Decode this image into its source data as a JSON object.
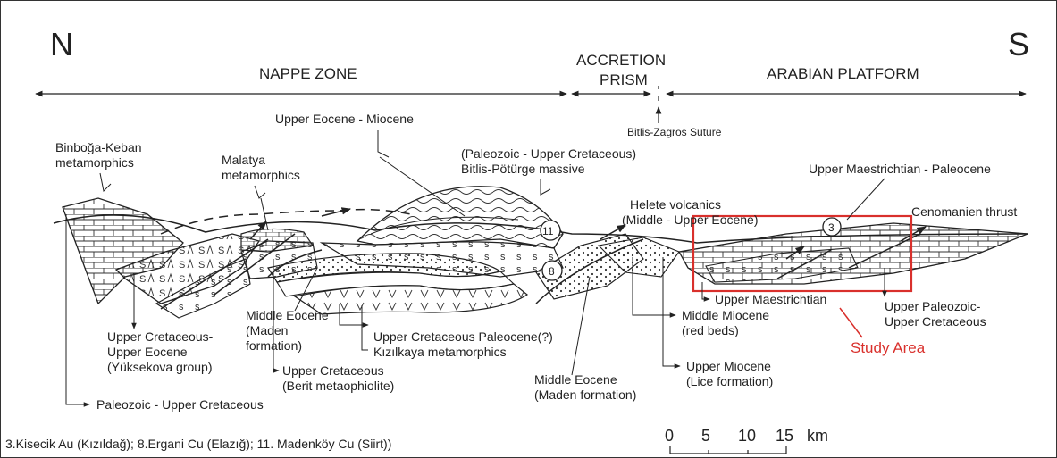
{
  "directions": {
    "north": "N",
    "south": "S"
  },
  "zones": {
    "nappe": "NAPPE ZONE",
    "accretion_line1": "ACCRETION",
    "accretion_line2": "PRISM",
    "arabian": "ARABIAN PLATFORM"
  },
  "labels": {
    "suture": "Bitlis-Zagros Suture",
    "upper_eocene_miocene": "Upper Eocene - Miocene",
    "binboga_1": "Binboğa-Keban",
    "binboga_2": "metamorphics",
    "malatya_1": "Malatya",
    "malatya_2": "metamorphics",
    "bitlis_1": "(Paleozoic - Upper Cretaceous)",
    "bitlis_2": "Bitlis-Pötürge massive",
    "helete_1": "Helete volcanics",
    "helete_2": "(Middle - Upper Eocene)",
    "upper_maes_paleocene": "Upper Maestrichtian - Paleocene",
    "cenomanien": "Cenomanien thrust",
    "middle_eocene_1": "Middle Eocene",
    "middle_eocene_2": "(Maden",
    "middle_eocene_3": "formation)",
    "upper_cret_upper_eocene_1": "Upper Cretaceous-",
    "upper_cret_upper_eocene_2": "Upper Eocene",
    "upper_cret_upper_eocene_3": "(Yüksekova group)",
    "upper_cret_paleocene": "Upper Cretaceous Paleocene(?)",
    "kizilkaya": "Kızılkaya metamorphics",
    "berit_1": "Upper Cretaceous",
    "berit_2": "(Berit metaophiolite)",
    "middle_eocene_maden_1": "Middle Eocene",
    "middle_eocene_maden_2": "(Maden formation)",
    "middle_miocene_1": "Middle Miocene",
    "middle_miocene_2": "(red beds)",
    "upper_miocene_1": "Upper Miocene",
    "upper_miocene_2": "(Lice formation)",
    "upper_maestrichtian": "Upper Maestrichtian",
    "upper_paleozoic_1": "Upper Paleozoic-",
    "upper_paleozoic_2": "Upper Cretaceous",
    "study_area": "Study Area",
    "paleozoic_upper_cret": "Paleozoic - Upper Cretaceous"
  },
  "deposits": {
    "d3": "3",
    "d8": "8",
    "d11": "11"
  },
  "footnote": "3.Kisecik Au (Kızıldağ); 8.Ergani Cu (Elazığ); 11. Madenköy Cu (Siirt))",
  "scale": {
    "t0": "0",
    "t5": "5",
    "t10": "10",
    "t15": "15",
    "unit": "km"
  },
  "colors": {
    "line": "#222222",
    "study_area": "#d9302c"
  }
}
